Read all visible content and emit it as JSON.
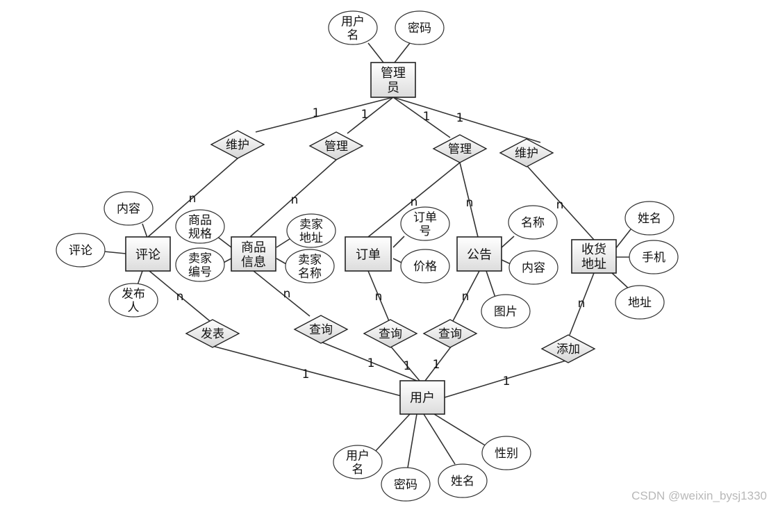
{
  "entities": {
    "admin": "管理\n员",
    "review": "评论",
    "product": "商品\n信息",
    "order": "订单",
    "notice": "公告",
    "address": "收货\n地址",
    "user": "用户"
  },
  "attributes": {
    "admin_username": "用户\n名",
    "admin_password": "密码",
    "review_content": "内容",
    "review_text": "评论",
    "review_author": "发布\n人",
    "product_spec": "商品\n规格",
    "product_seller_id": "卖家\n编号",
    "product_seller_address": "卖家\n地址",
    "product_seller_name": "卖家\n名称",
    "order_no": "订单\n号",
    "order_price": "价格",
    "notice_name": "名称",
    "notice_content": "内容",
    "notice_image": "图片",
    "address_name": "姓名",
    "address_phone": "手机",
    "address_addr": "地址",
    "user_username": "用户\n名",
    "user_password": "密码",
    "user_name": "姓名",
    "user_gender": "性别"
  },
  "relationships": {
    "maintain_review": "维护",
    "manage_product": "管理",
    "manage_order_notice": "管理",
    "maintain_address": "维护",
    "publish": "发表",
    "query_product": "查询",
    "query_order": "查询",
    "query_notice": "查询",
    "add_address": "添加"
  },
  "cardinalities": {
    "admin_maintain_review": "1",
    "review_maintain": "n",
    "admin_manage_product": "1",
    "product_manage": "n",
    "admin_manage_order": "1",
    "order_manage": "n",
    "notice_manage": "n",
    "admin_maintain_address": "1",
    "address_maintain": "n",
    "review_publish": "n",
    "user_publish": "1",
    "product_query": "n",
    "user_query_product": "1",
    "order_query": "n",
    "user_query_order": "1",
    "notice_query": "n",
    "user_query_notice": "1",
    "address_add": "n",
    "user_add": "1"
  },
  "watermark": "CSDN @weixin_bysj1330"
}
